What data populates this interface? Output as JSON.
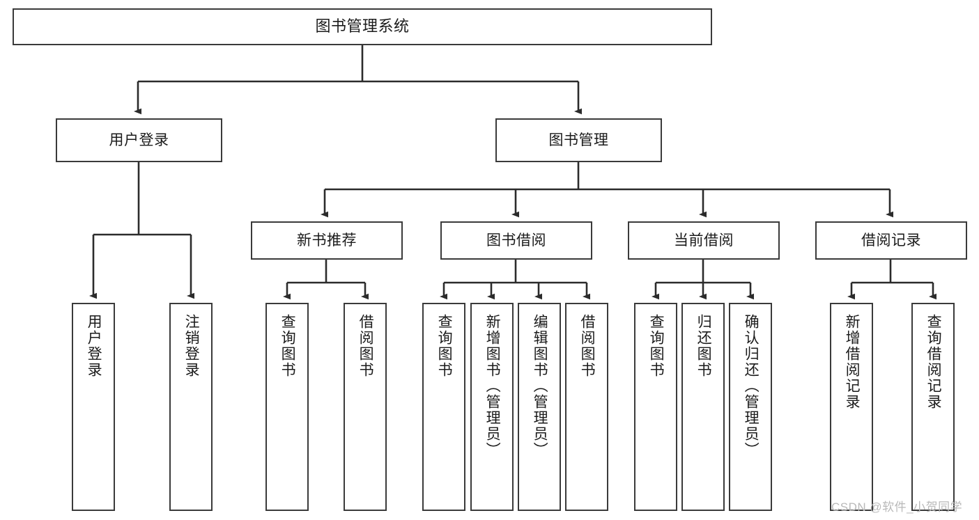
{
  "diagram": {
    "type": "hierarchy-tree",
    "title": "图书管理系统",
    "stroke_color": "#3a3a3a",
    "background_color": "#ffffff",
    "text_color": "#1b1b1b",
    "watermark": "CSDN @软件_小贺同学",
    "levels": {
      "root": {
        "label": "图书管理系统"
      },
      "level1": [
        {
          "label": "用户登录"
        },
        {
          "label": "图书管理"
        }
      ],
      "level2": [
        {
          "label": "新书推荐",
          "parent": "图书管理"
        },
        {
          "label": "图书借阅",
          "parent": "图书管理"
        },
        {
          "label": "当前借阅",
          "parent": "图书管理"
        },
        {
          "label": "借阅记录",
          "parent": "图书管理"
        }
      ],
      "leaves": [
        {
          "label": "用户登录",
          "parent": "用户登录"
        },
        {
          "label": "注销登录",
          "parent": "用户登录"
        },
        {
          "label": "查询图书",
          "parent": "新书推荐"
        },
        {
          "label": "借阅图书",
          "parent": "新书推荐"
        },
        {
          "label": "查询图书",
          "parent": "图书借阅"
        },
        {
          "label": "新增图书（管理员）",
          "parent": "图书借阅"
        },
        {
          "label": "编辑图书（管理员）",
          "parent": "图书借阅"
        },
        {
          "label": "借阅图书",
          "parent": "图书借阅"
        },
        {
          "label": "查询图书",
          "parent": "当前借阅"
        },
        {
          "label": "归还图书",
          "parent": "当前借阅"
        },
        {
          "label": "确认归还（管理员）",
          "parent": "当前借阅"
        },
        {
          "label": "新增借阅记录",
          "parent": "借阅记录"
        },
        {
          "label": "查询借阅记录",
          "parent": "借阅记录"
        }
      ]
    }
  }
}
